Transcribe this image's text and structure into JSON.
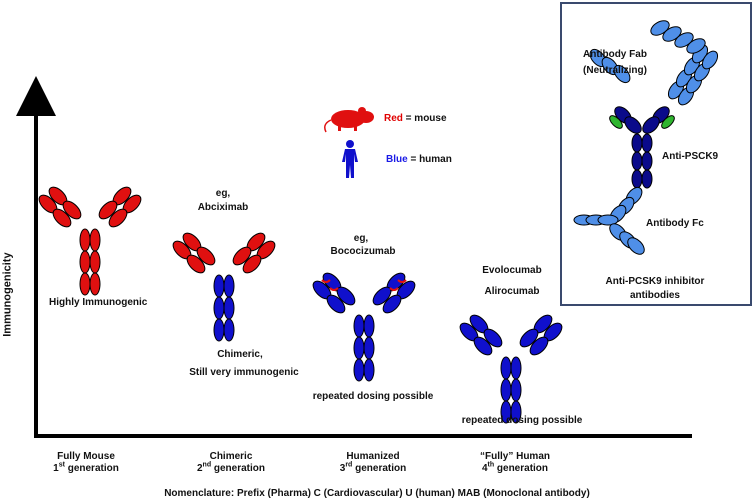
{
  "axis": {
    "ylabel": "Immunogenicity"
  },
  "legend": {
    "mouse_color_word": "Red",
    "mouse_text": " = mouse",
    "human_color_word": "Blue",
    "human_text": " = human"
  },
  "generations": [
    {
      "name": "Fully Mouse",
      "ordinal": "1",
      "suffix": "st",
      "gen": " generation"
    },
    {
      "name": "Chimeric",
      "ordinal": "2",
      "suffix": "nd",
      "gen": " generation"
    },
    {
      "name": "Humanized",
      "ordinal": "3",
      "suffix": "rd",
      "gen": " generation"
    },
    {
      "name": "“Fully” Human",
      "ordinal": "4",
      "suffix": "th",
      "gen": " generation"
    }
  ],
  "annotations": {
    "mouse_desc": "Highly Immunogenic",
    "chimeric_eg": "eg,",
    "chimeric_drug": "Abciximab",
    "chimeric_desc1": "Chimeric,",
    "chimeric_desc2": "Still very immunogenic",
    "humanized_eg": "eg,",
    "humanized_drug": "Bococizumab",
    "humanized_desc": "repeated dosing possible",
    "human_drug1": "Evolocumab",
    "human_drug2": "Alirocumab",
    "human_desc": "repeated dosing possible"
  },
  "inset": {
    "fab_line1": "Antibody Fab",
    "fab_line2": "(Neutralizing)",
    "target": "Anti-PSCK9",
    "fc": "Antibody Fc",
    "caption_line1": "Anti-PCSK9 inhibitor",
    "caption_line2": "antibodies"
  },
  "footer": "Nomenclature: Prefix (Pharma) C (Cardiovascular) U (human) MAB (Monoclonal antibody)",
  "colors": {
    "mouse": "#e01010",
    "human": "#1010cc",
    "inset_light": "#4f8fe8",
    "inset_dark": "#0a0a8a",
    "binding": "#2fb52f",
    "border": "#3a4a6e"
  },
  "icons": [
    "mouse-icon",
    "human-icon"
  ]
}
